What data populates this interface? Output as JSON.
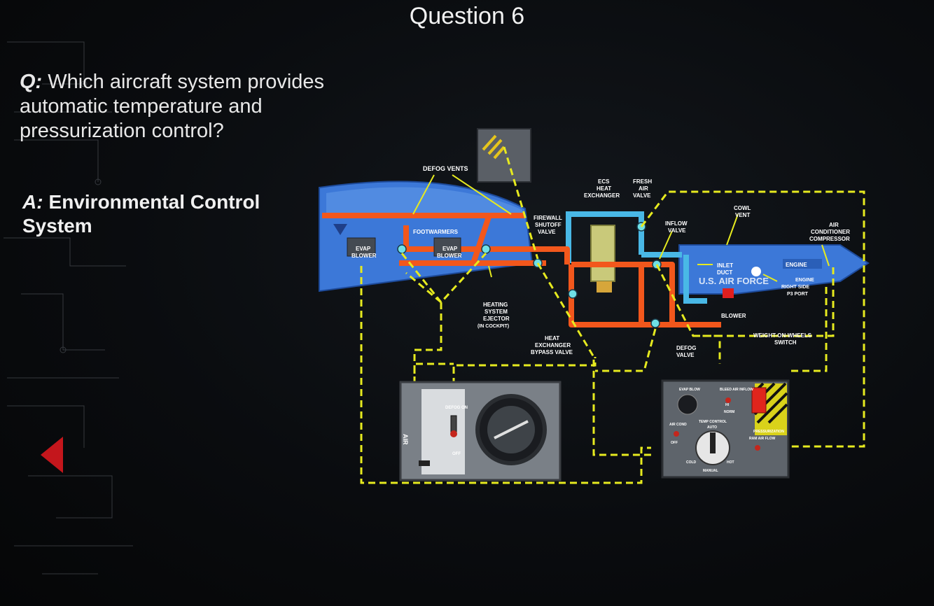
{
  "slide": {
    "title": "Question 6"
  },
  "question": {
    "lead": "Q:",
    "text": "Which aircraft system provides automatic temperature and pressurization control?"
  },
  "answer": {
    "lead": "A:",
    "text": "Environmental Control System"
  },
  "navigation": {
    "prev_icon": "triangle-left-icon"
  },
  "diagram": {
    "labels": {
      "defog_vents": "DEFOG VENTS",
      "footwarmers": "FOOTWARMERS",
      "evap_blower_1_l1": "EVAP",
      "evap_blower_1_l2": "BLOWER",
      "evap_blower_2_l1": "EVAP",
      "evap_blower_2_l2": "BLOWER",
      "firewall_l1": "FIREWALL",
      "firewall_l2": "SHUTOFF",
      "firewall_l3": "VALVE",
      "ecs_l1": "ECS",
      "ecs_l2": "HEAT",
      "ecs_l3": "EXCHANGER",
      "fresh_l1": "FRESH",
      "fresh_l2": "AIR",
      "fresh_l3": "VALVE",
      "inflow_l1": "INFLOW",
      "inflow_l2": "VALVE",
      "cowl_l1": "COWL",
      "cowl_l2": "VENT",
      "aircon_l1": "AIR",
      "aircon_l2": "CONDITIONER",
      "aircon_l3": "COMPRESSOR",
      "inlet_l1": "INLET",
      "inlet_l2": "DUCT",
      "engine": "ENGINE",
      "engine_rs_l1": "ENGINE",
      "engine_rs_l2": "RIGHT SIDE",
      "engine_rs_l3": "P3 PORT",
      "blower": "BLOWER",
      "heating_l1": "HEATING",
      "heating_l2": "SYSTEM",
      "heating_l3": "EJECTOR",
      "heating_l4": "(IN COCKPIT)",
      "hxbypass_l1": "HEAT",
      "hxbypass_l2": "EXCHANGER",
      "hxbypass_l3": "BYPASS VALVE",
      "defog_valve_l1": "DEFOG",
      "defog_valve_l2": "VALVE",
      "wow_l1": "WEIGHT-ON-WHEELS",
      "wow_l2": "SWITCH",
      "fuselage_marking": "U.S. AIR FORCE",
      "left_panel_air": "AIR",
      "left_panel_defog": "DEFOG ON",
      "left_panel_off": "OFF",
      "rp_evap_blow": "EVAP BLOW",
      "rp_bleed_air": "BLEED AIR INFLOW",
      "rp_air_cond": "AIR COND",
      "rp_temp_control": "TEMP CONTROL",
      "rp_auto": "AUTO",
      "rp_cold": "COLD",
      "rp_hot": "HOT",
      "rp_manual": "MANUAL",
      "rp_ram_air": "RAM AIR FLOW",
      "rp_pressurization": "PRESSURIZATION",
      "rp_off": "OFF",
      "rp_norm": "NORM",
      "rp_hi": "HI"
    },
    "colors": {
      "signal_lines": "#e6ea1f",
      "hot_duct": "#f2571c",
      "cold_duct": "#49b8e6",
      "fuselage": "#3c78d8",
      "valve": "#6fe0e6"
    }
  }
}
